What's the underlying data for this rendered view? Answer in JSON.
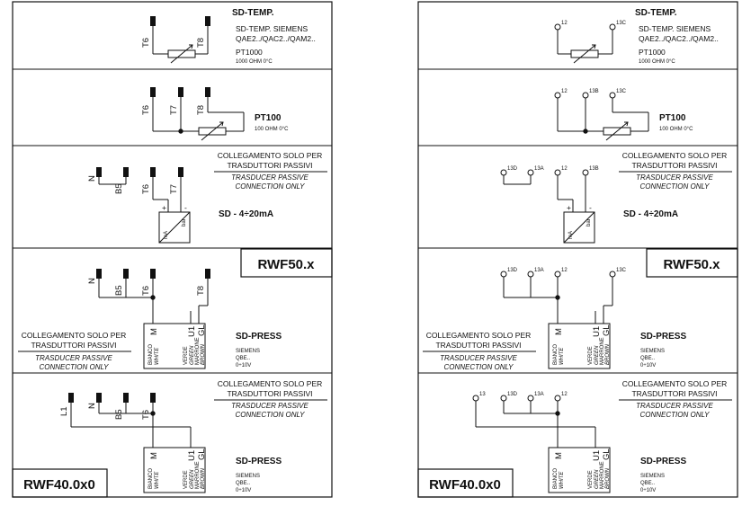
{
  "left": {
    "p1": {
      "title": "SD-TEMP.",
      "desc": [
        "SD-TEMP. SIEMENS",
        "QAE2../QAC2../QAM2.."
      ],
      "model": "PT1000",
      "spec": "1000 OHM 0°C",
      "terms": [
        "T6",
        "T8"
      ]
    },
    "p2": {
      "title": "PT100",
      "spec": "100 OHM 0°C",
      "terms": [
        "T6",
        "T7",
        "T8"
      ]
    },
    "p3": {
      "note": [
        "COLLEGAMENTO SOLO PER",
        "TRASDUTTORI PASSIVI"
      ],
      "note_en": [
        "TRASDUCER PASSIVE",
        "CONNECTION ONLY"
      ],
      "title": "SD - 4÷20mA",
      "terms": [
        "N",
        "B5",
        "T6",
        "T7"
      ],
      "conv": [
        "mA",
        "bar"
      ],
      "plus": "+",
      "minus": "-"
    },
    "p4": {
      "badge": "RWF50.x",
      "title": "SD-PRESS",
      "desc": [
        "SIEMENS",
        "QBE..",
        "0÷10V"
      ],
      "note": [
        "COLLEGAMENTO SOLO PER",
        "TRASDUTTORI PASSIVI"
      ],
      "note_en": [
        "TRASDUCER PASSIVE",
        "CONNECTION ONLY"
      ],
      "terms": [
        "N",
        "B5",
        "T6",
        "T8"
      ],
      "sensor": [
        "M",
        "U1",
        "GL"
      ],
      "wires": [
        "BIANCO",
        "WHITE",
        "VERDE",
        "GREEN",
        "MARRONE",
        "BROWN"
      ]
    },
    "p5": {
      "badge": "RWF40.0x0",
      "title": "SD-PRESS",
      "desc": [
        "SIEMENS",
        "QBE..",
        "0÷10V"
      ],
      "note": [
        "COLLEGAMENTO SOLO PER",
        "TRASDUTTORI PASSIVI"
      ],
      "note_en": [
        "TRASDUCER PASSIVE",
        "CONNECTION ONLY"
      ],
      "terms": [
        "L1",
        "N",
        "B5",
        "T6"
      ],
      "sensor": [
        "M",
        "U1",
        "GL"
      ],
      "wires": [
        "BIANCO",
        "WHITE",
        "VERDE",
        "GREEN",
        "MARRONE",
        "BROWN"
      ]
    }
  },
  "right": {
    "p1": {
      "title": "SD-TEMP.",
      "desc": [
        "SD-TEMP. SIEMENS",
        "QAE2../QAC2../QAM2.."
      ],
      "model": "PT1000",
      "spec": "1000 OHM 0°C",
      "terms": [
        "12",
        "13C"
      ]
    },
    "p2": {
      "title": "PT100",
      "spec": "100 OHM 0°C",
      "terms": [
        "12",
        "13B",
        "13C"
      ]
    },
    "p3": {
      "note": [
        "COLLEGAMENTO SOLO PER",
        "TRASDUTTORI PASSIVI"
      ],
      "note_en": [
        "TRASDUCER PASSIVE",
        "CONNECTION ONLY"
      ],
      "title": "SD - 4÷20mA",
      "terms": [
        "13D",
        "13A",
        "12",
        "13B"
      ],
      "conv": [
        "mA",
        "bar"
      ],
      "plus": "+",
      "minus": "-"
    },
    "p4": {
      "badge": "RWF50.x",
      "title": "SD-PRESS",
      "desc": [
        "SIEMENS",
        "QBE..",
        "0÷10V"
      ],
      "note": [
        "COLLEGAMENTO SOLO PER",
        "TRASDUTTORI PASSIVI"
      ],
      "note_en": [
        "TRASDUCER PASSIVE",
        "CONNECTION ONLY"
      ],
      "terms": [
        "13D",
        "13A",
        "12",
        "13C"
      ],
      "sensor": [
        "M",
        "U1",
        "GL"
      ],
      "wires": [
        "BIANCO",
        "WHITE",
        "VERDE",
        "GREEN",
        "MARRONE",
        "BROWN"
      ]
    },
    "p5": {
      "badge": "RWF40.0x0",
      "title": "SD-PRESS",
      "desc": [
        "SIEMENS",
        "QBE..",
        "0÷10V"
      ],
      "note": [
        "COLLEGAMENTO SOLO PER",
        "TRASDUTTORI PASSIVI"
      ],
      "note_en": [
        "TRASDUCER PASSIVE",
        "CONNECTION ONLY"
      ],
      "terms": [
        "13",
        "13D",
        "13A",
        "12"
      ],
      "sensor": [
        "M",
        "U1",
        "GL"
      ],
      "wires": [
        "BIANCO",
        "WHITE",
        "VERDE",
        "GREEN",
        "MARRONE",
        "BROWN"
      ]
    }
  }
}
